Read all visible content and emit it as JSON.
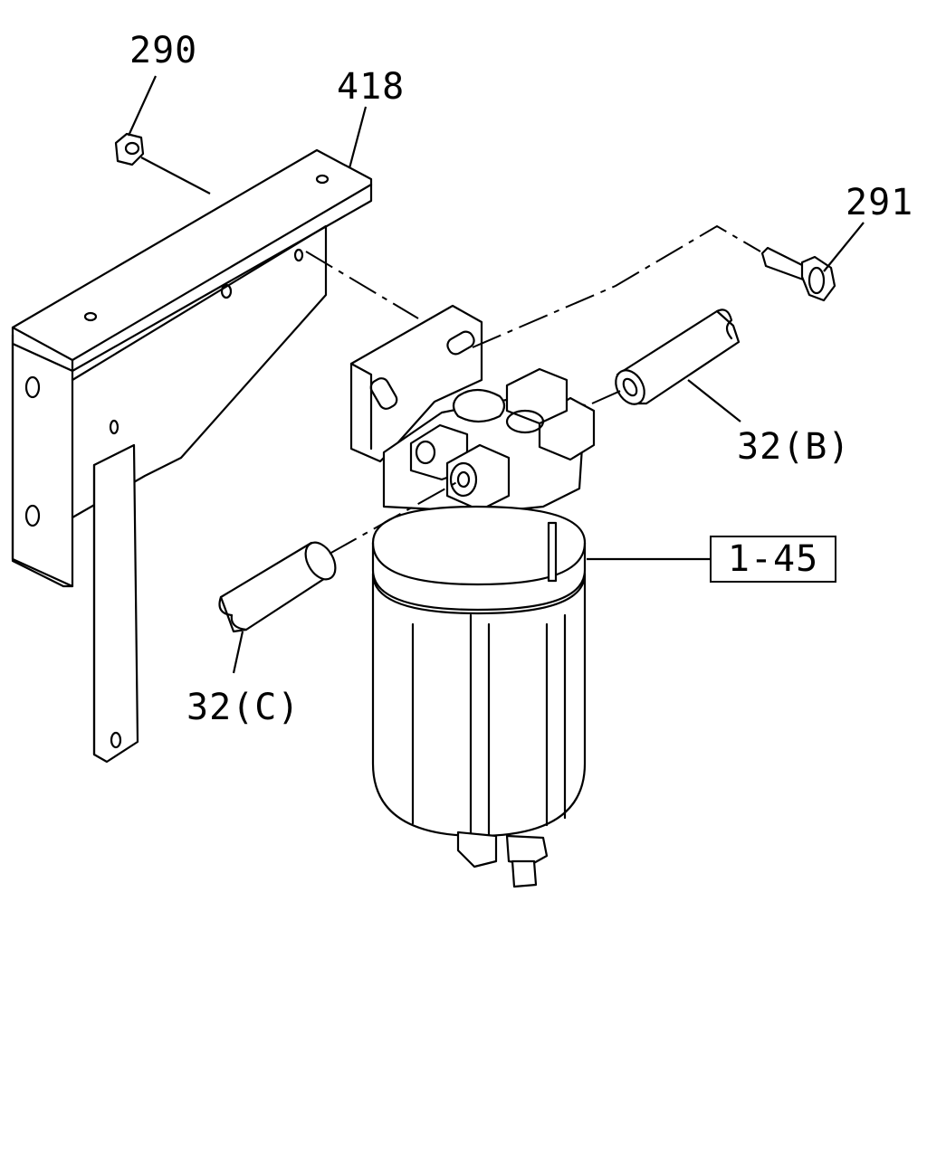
{
  "diagram": {
    "labels": {
      "bracket_nut": "290",
      "bracket": "418",
      "bolt": "291",
      "hose_outlet": "32(B)",
      "hose_inlet": "32(C)",
      "filter_assembly": "1-45"
    }
  }
}
